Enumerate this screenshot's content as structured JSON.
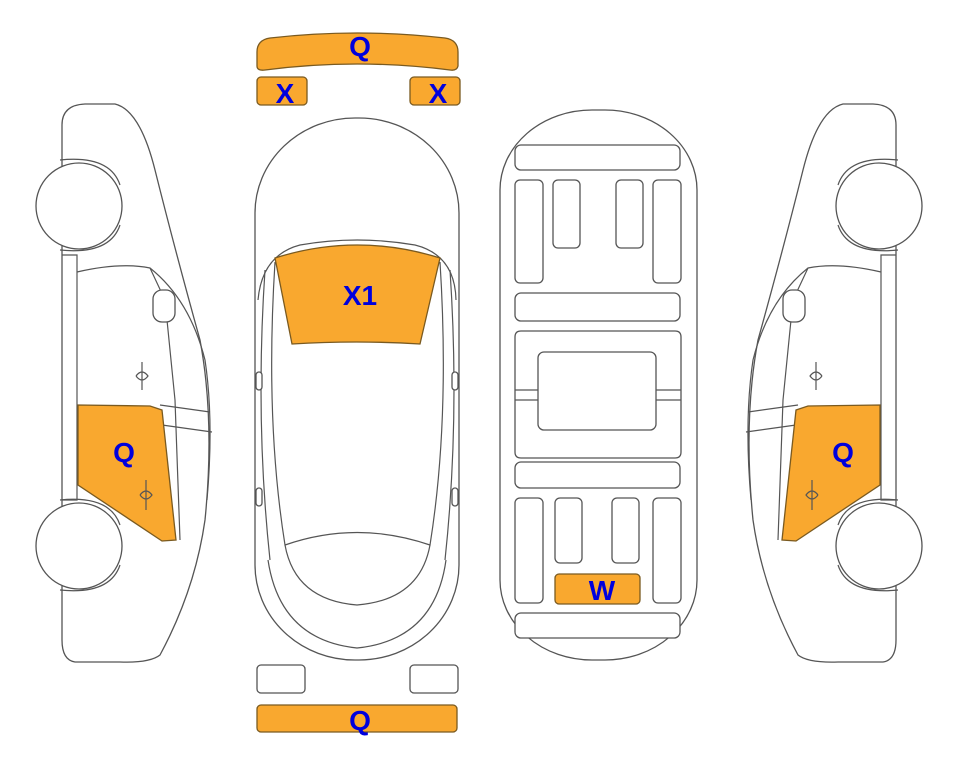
{
  "colors": {
    "damage_fill": "#F9A82F",
    "label": "#0000DD",
    "outline": "#555555"
  },
  "panels": {
    "front_bumper": "Q",
    "front_left_light": "X",
    "front_right_light": "X",
    "windshield": "X1",
    "left_rear_door": "Q",
    "right_rear_door": "Q",
    "trunk_floor": "W",
    "rear_bumper": "Q"
  }
}
